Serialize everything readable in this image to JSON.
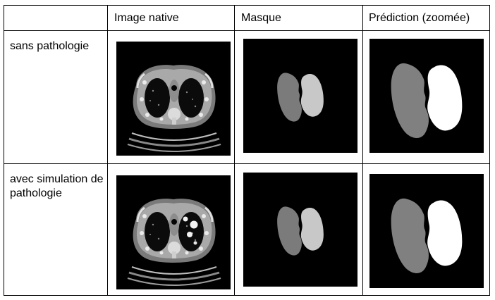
{
  "table": {
    "headers": [
      "",
      "Image native",
      "Masque",
      "Prédiction (zoomée)"
    ],
    "rows": [
      {
        "label": "sans pathologie",
        "images": {
          "native": "ct-scan-image",
          "mask": "lung-mask-image",
          "prediction": "lung-prediction-image"
        },
        "nodules": false
      },
      {
        "label": "avec simulation de pathologie",
        "images": {
          "native": "ct-scan-image",
          "mask": "lung-mask-image",
          "prediction": "lung-prediction-image"
        },
        "nodules": true
      }
    ]
  },
  "colors": {
    "left_lung_mask": "#7b7b7b",
    "right_lung_mask": "#c8c8c8",
    "left_lung_prediction": "#808080",
    "right_lung_prediction": "#ffffff",
    "background": "#000000"
  }
}
